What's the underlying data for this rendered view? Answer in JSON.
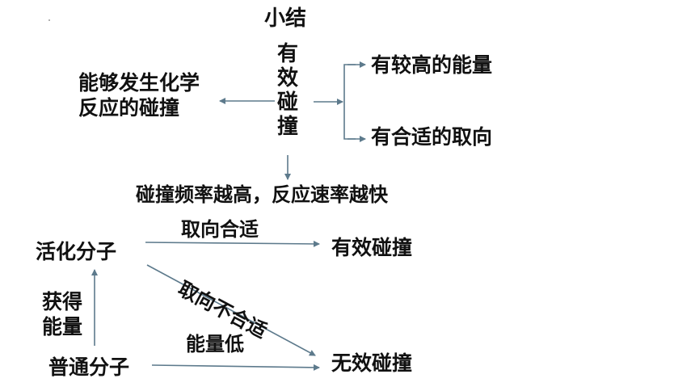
{
  "title": "小结",
  "center_vertical": [
    "有",
    "效",
    "碰",
    "撞"
  ],
  "left_box": {
    "line1": "能够发生化学",
    "line2": "反应的碰撞"
  },
  "right_top": "有较高的能量",
  "right_bottom": "有合适的取向",
  "middle_statement": "碰撞频率越高，反应速率越快",
  "lower": {
    "activated": "活化分子",
    "ordinary": "普通分子",
    "effective": "有效碰撞",
    "ineffective": "无效碰撞",
    "gain_energy": [
      "获得",
      "能量"
    ],
    "orientation_ok": "取向合适",
    "orientation_bad": "取向不合适",
    "low_energy": "能量低"
  },
  "colors": {
    "arrow": "#5d7a8c",
    "text": "#111111"
  }
}
